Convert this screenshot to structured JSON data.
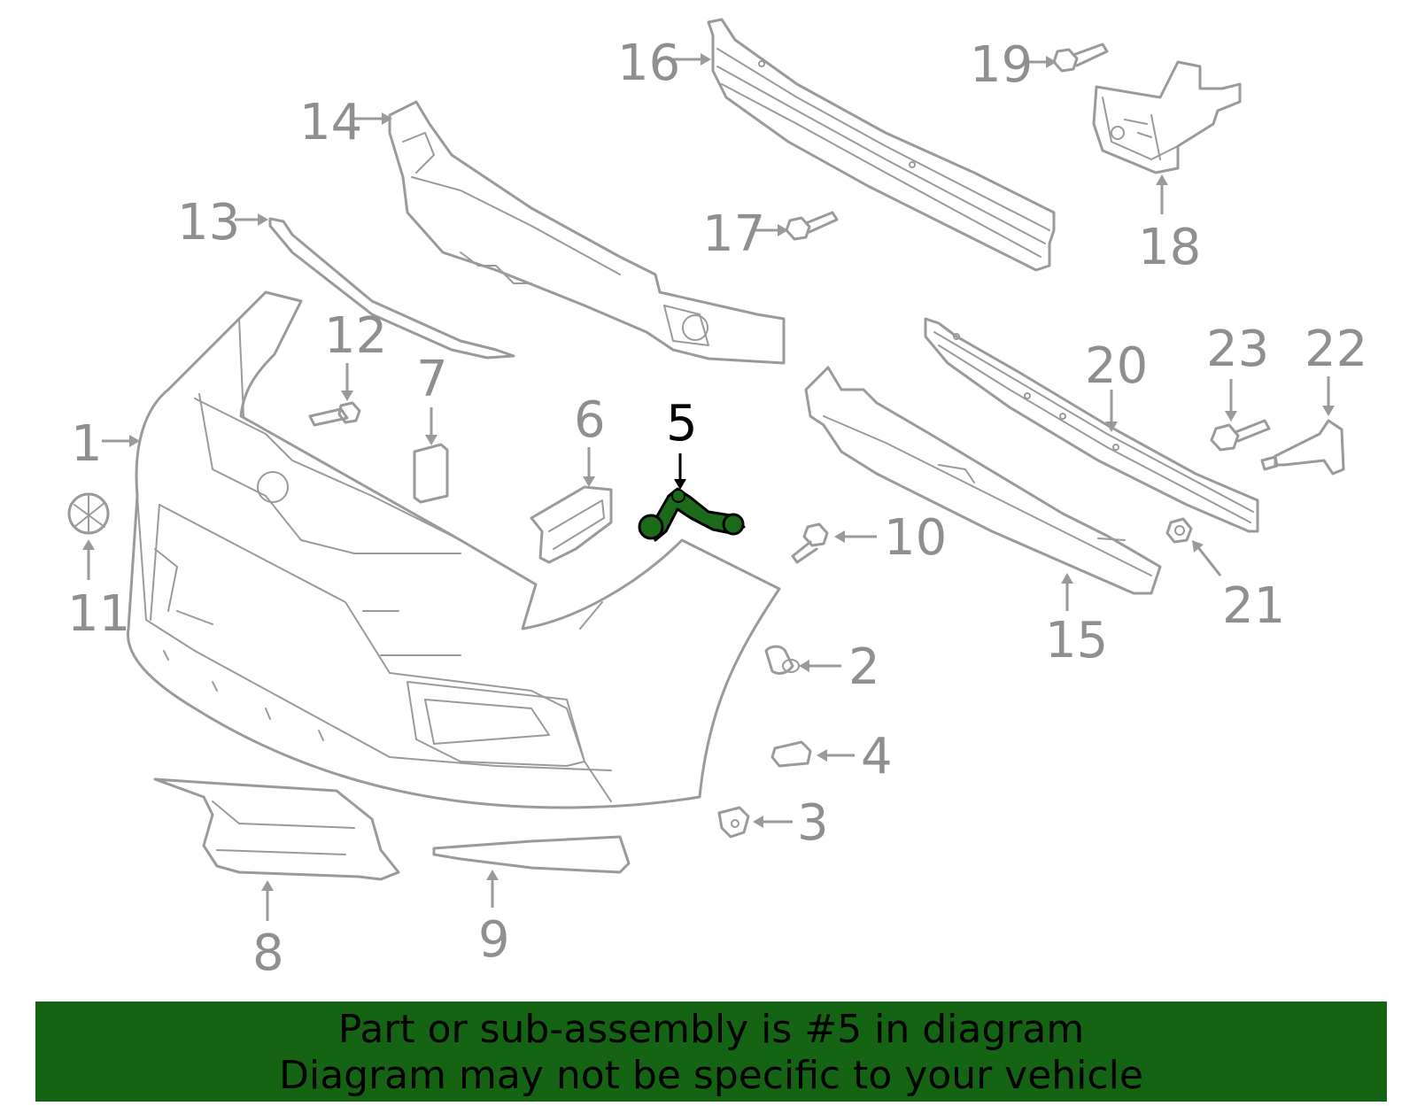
{
  "diagram": {
    "highlight_color": "#146414",
    "callouts": [
      {
        "id": "1",
        "label": "1"
      },
      {
        "id": "2",
        "label": "2"
      },
      {
        "id": "3",
        "label": "3"
      },
      {
        "id": "4",
        "label": "4"
      },
      {
        "id": "5",
        "label": "5",
        "highlighted": true
      },
      {
        "id": "6",
        "label": "6"
      },
      {
        "id": "7",
        "label": "7"
      },
      {
        "id": "8",
        "label": "8"
      },
      {
        "id": "9",
        "label": "9"
      },
      {
        "id": "10",
        "label": "10"
      },
      {
        "id": "11",
        "label": "11"
      },
      {
        "id": "12",
        "label": "12"
      },
      {
        "id": "13",
        "label": "13"
      },
      {
        "id": "14",
        "label": "14"
      },
      {
        "id": "15",
        "label": "15"
      },
      {
        "id": "16",
        "label": "16"
      },
      {
        "id": "17",
        "label": "17"
      },
      {
        "id": "18",
        "label": "18"
      },
      {
        "id": "19",
        "label": "19"
      },
      {
        "id": "20",
        "label": "20"
      },
      {
        "id": "21",
        "label": "21"
      },
      {
        "id": "22",
        "label": "22"
      },
      {
        "id": "23",
        "label": "23"
      }
    ]
  },
  "banner": {
    "line1": "Part or sub-assembly is #5 in diagram",
    "line2": "Diagram may not be specific to your vehicle",
    "background": "#146414"
  }
}
